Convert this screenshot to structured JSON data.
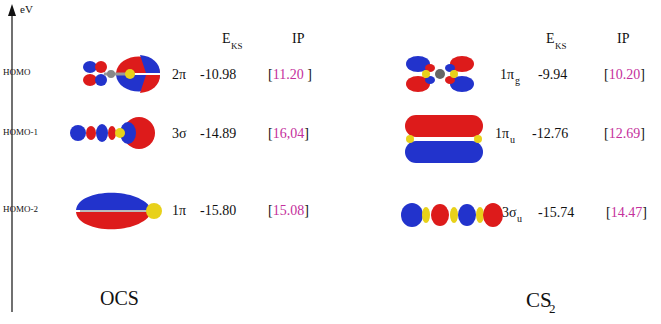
{
  "diagram": {
    "labels": [
      "eV",
      "HOMO",
      "HOMO-1",
      "HOMO-2",
      "E",
      "KS",
      "IP",
      "2π",
      "-10.98",
      "[11.20 ]",
      "3σ",
      "-14.89",
      "[16,04]",
      "1π",
      "-15.80",
      "[15.08]",
      "OCS",
      "E",
      "KS",
      "IP",
      "1π",
      "g",
      "-9.94",
      "[10.20]",
      "1π",
      "u",
      "-12.76",
      "[12.69]",
      "3σ",
      "u",
      "-15.74",
      "[14.47]",
      "CS",
      "2"
    ]
  }
}
